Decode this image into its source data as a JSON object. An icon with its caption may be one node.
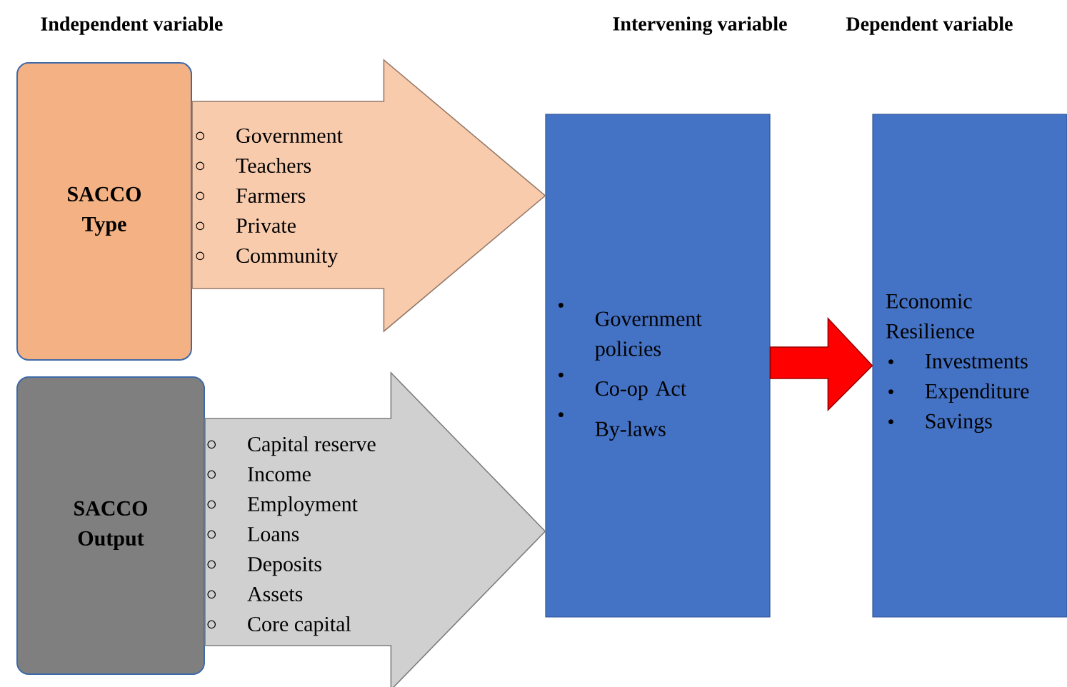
{
  "diagram": {
    "nodes": [
      {
        "text": [
          "SACCO Type"
        ]
      },
      {
        "text": [
          "Government",
          "Teachers",
          "Farmers",
          "Private",
          "Community"
        ]
      },
      {
        "text": [
          "SACCO Output"
        ]
      },
      {
        "text": [
          "Capital reserve",
          "Income",
          "Employment",
          "Loans",
          "Deposits",
          "Assets",
          "Core capital"
        ]
      },
      {
        "text": [
          "Government policies",
          "Co-op Act",
          "By-laws"
        ]
      },
      {
        "text": [
          "Economic Resilience",
          "Investments",
          "Expenditure",
          "Savings"
        ]
      }
    ],
    "edges": [
      {
        "from": 0,
        "to": 4,
        "arrow": "to",
        "style": "thick",
        "color": "#f8cbad"
      },
      {
        "from": 2,
        "to": 4,
        "arrow": "to",
        "style": "thick",
        "color": "#d0d0d0"
      },
      {
        "from": 4,
        "to": 5,
        "arrow": "to",
        "style": "thick",
        "color": "#ff0000"
      }
    ],
    "labels": [
      "Independent variable",
      "Intervening variable",
      "Dependent variable"
    ]
  }
}
